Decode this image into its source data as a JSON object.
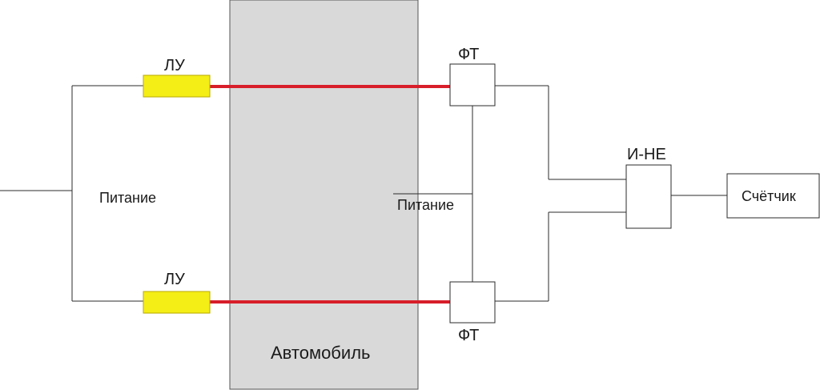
{
  "colors": {
    "car_fill": "#d9d9d9",
    "car_stroke": "#555555",
    "emitter_fill": "#f5ee16",
    "emitter_stroke": "#b8a800",
    "beam": "#d81e2a",
    "wire": "#2b2b2b"
  },
  "labels": {
    "emitter_top": "ЛУ",
    "emitter_bottom": "ЛУ",
    "power_left": "Питание",
    "car": "Автомобиль",
    "sensor_top": "ФТ",
    "sensor_bottom": "ФТ",
    "power_right": "Питание",
    "gate": "И-НЕ",
    "counter": "Счётчик"
  }
}
